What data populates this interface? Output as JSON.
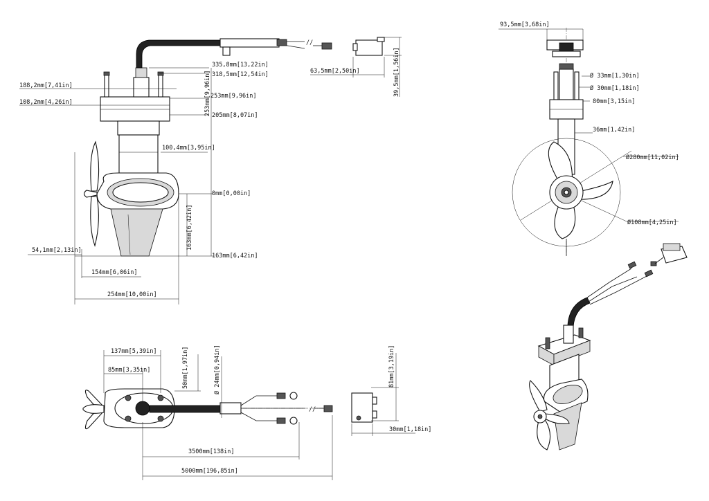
{
  "dimensions": {
    "side_view": {
      "d188": "188,2mm[7,41in]",
      "d108": "108,2mm[4,26in]",
      "d335": "335,8mm[13,22in]",
      "d318": "318,5mm[12,54in]",
      "d253": "253mm[9,96in]",
      "d205": "205mm[8,07in]",
      "d253v": "253mm[9,96in]",
      "d100": "100,4mm[3,95in]",
      "d0": "0mm[0,00in]",
      "d163a": "163mm[6,42in]",
      "d163b": "163mm[6,42in]",
      "d54": "54,1mm[2,13in]",
      "d154": "154mm[6,06in]",
      "d254": "254mm[10,00in]"
    },
    "plug": {
      "d63": "63,5mm[2,50in]",
      "d39": "39,5mm[1,56in]"
    },
    "front_view": {
      "d93": "93,5mm[3,68in]",
      "d33": "Ø 33mm[1,30in]",
      "d30": "Ø 30mm[1,18in]",
      "d80": "80mm[3,15in]",
      "d36": "36mm[1,42in]",
      "d280": "Ø280mm[11,02in]",
      "d108": "Ø108mm[4,25in]"
    },
    "top_view": {
      "d137": "137mm[5,39in]",
      "d85": "85mm[3,35in]",
      "d50": "50mm[1,97in]",
      "d24": "Ø 24mm[0,94in]",
      "d81": "81mm[3,19in]",
      "d30": "30mm[1,18in]",
      "d3500": "3500mm[138in]",
      "d5000": "5000mm[196,85in]"
    }
  }
}
